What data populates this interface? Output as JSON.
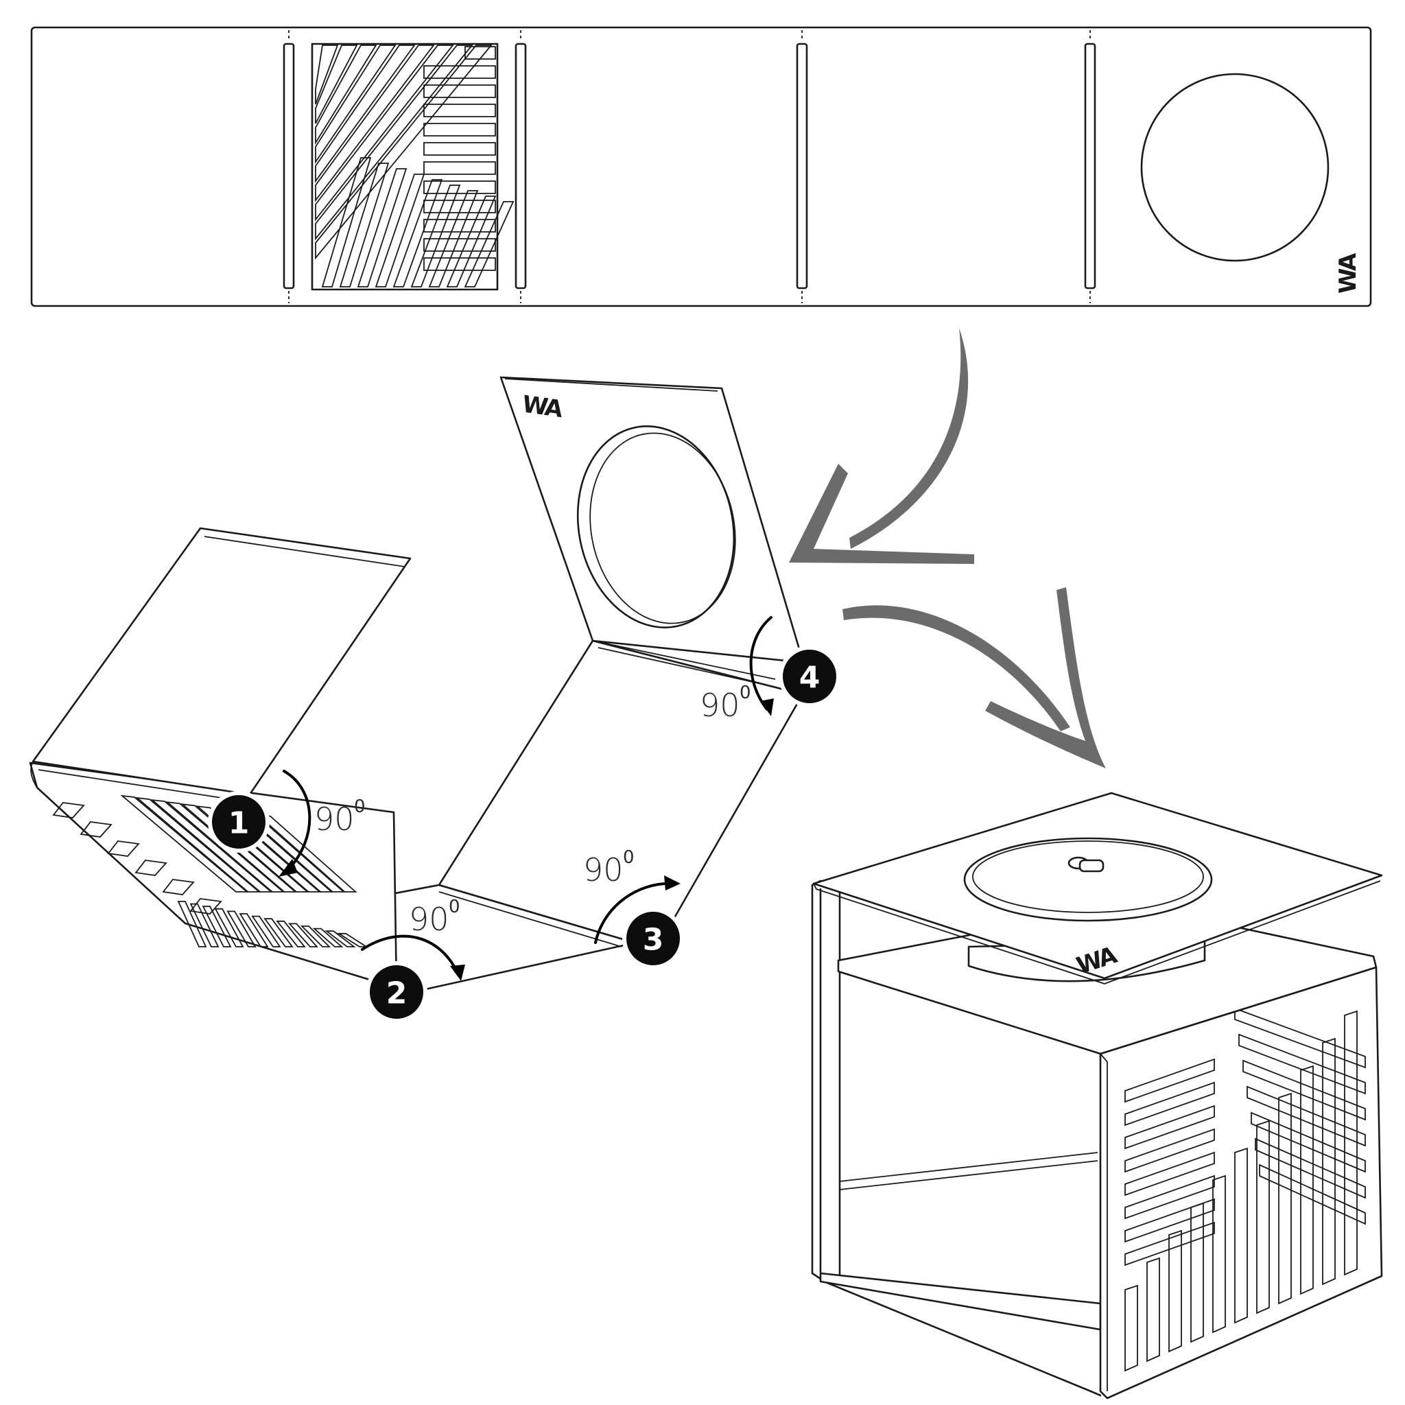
{
  "logo": {
    "text": "WA"
  },
  "steps": [
    {
      "number": "1",
      "angle": "90",
      "unit": "0"
    },
    {
      "number": "2",
      "angle": "90",
      "unit": "0"
    },
    {
      "number": "3",
      "angle": "90",
      "unit": "0"
    },
    {
      "number": "4",
      "angle": "90",
      "unit": "0"
    }
  ],
  "colors": {
    "line": "#1a1a1a",
    "badge": "#0d0d0d",
    "flow_arrow": "#6b6b6b",
    "background": "#ffffff"
  }
}
